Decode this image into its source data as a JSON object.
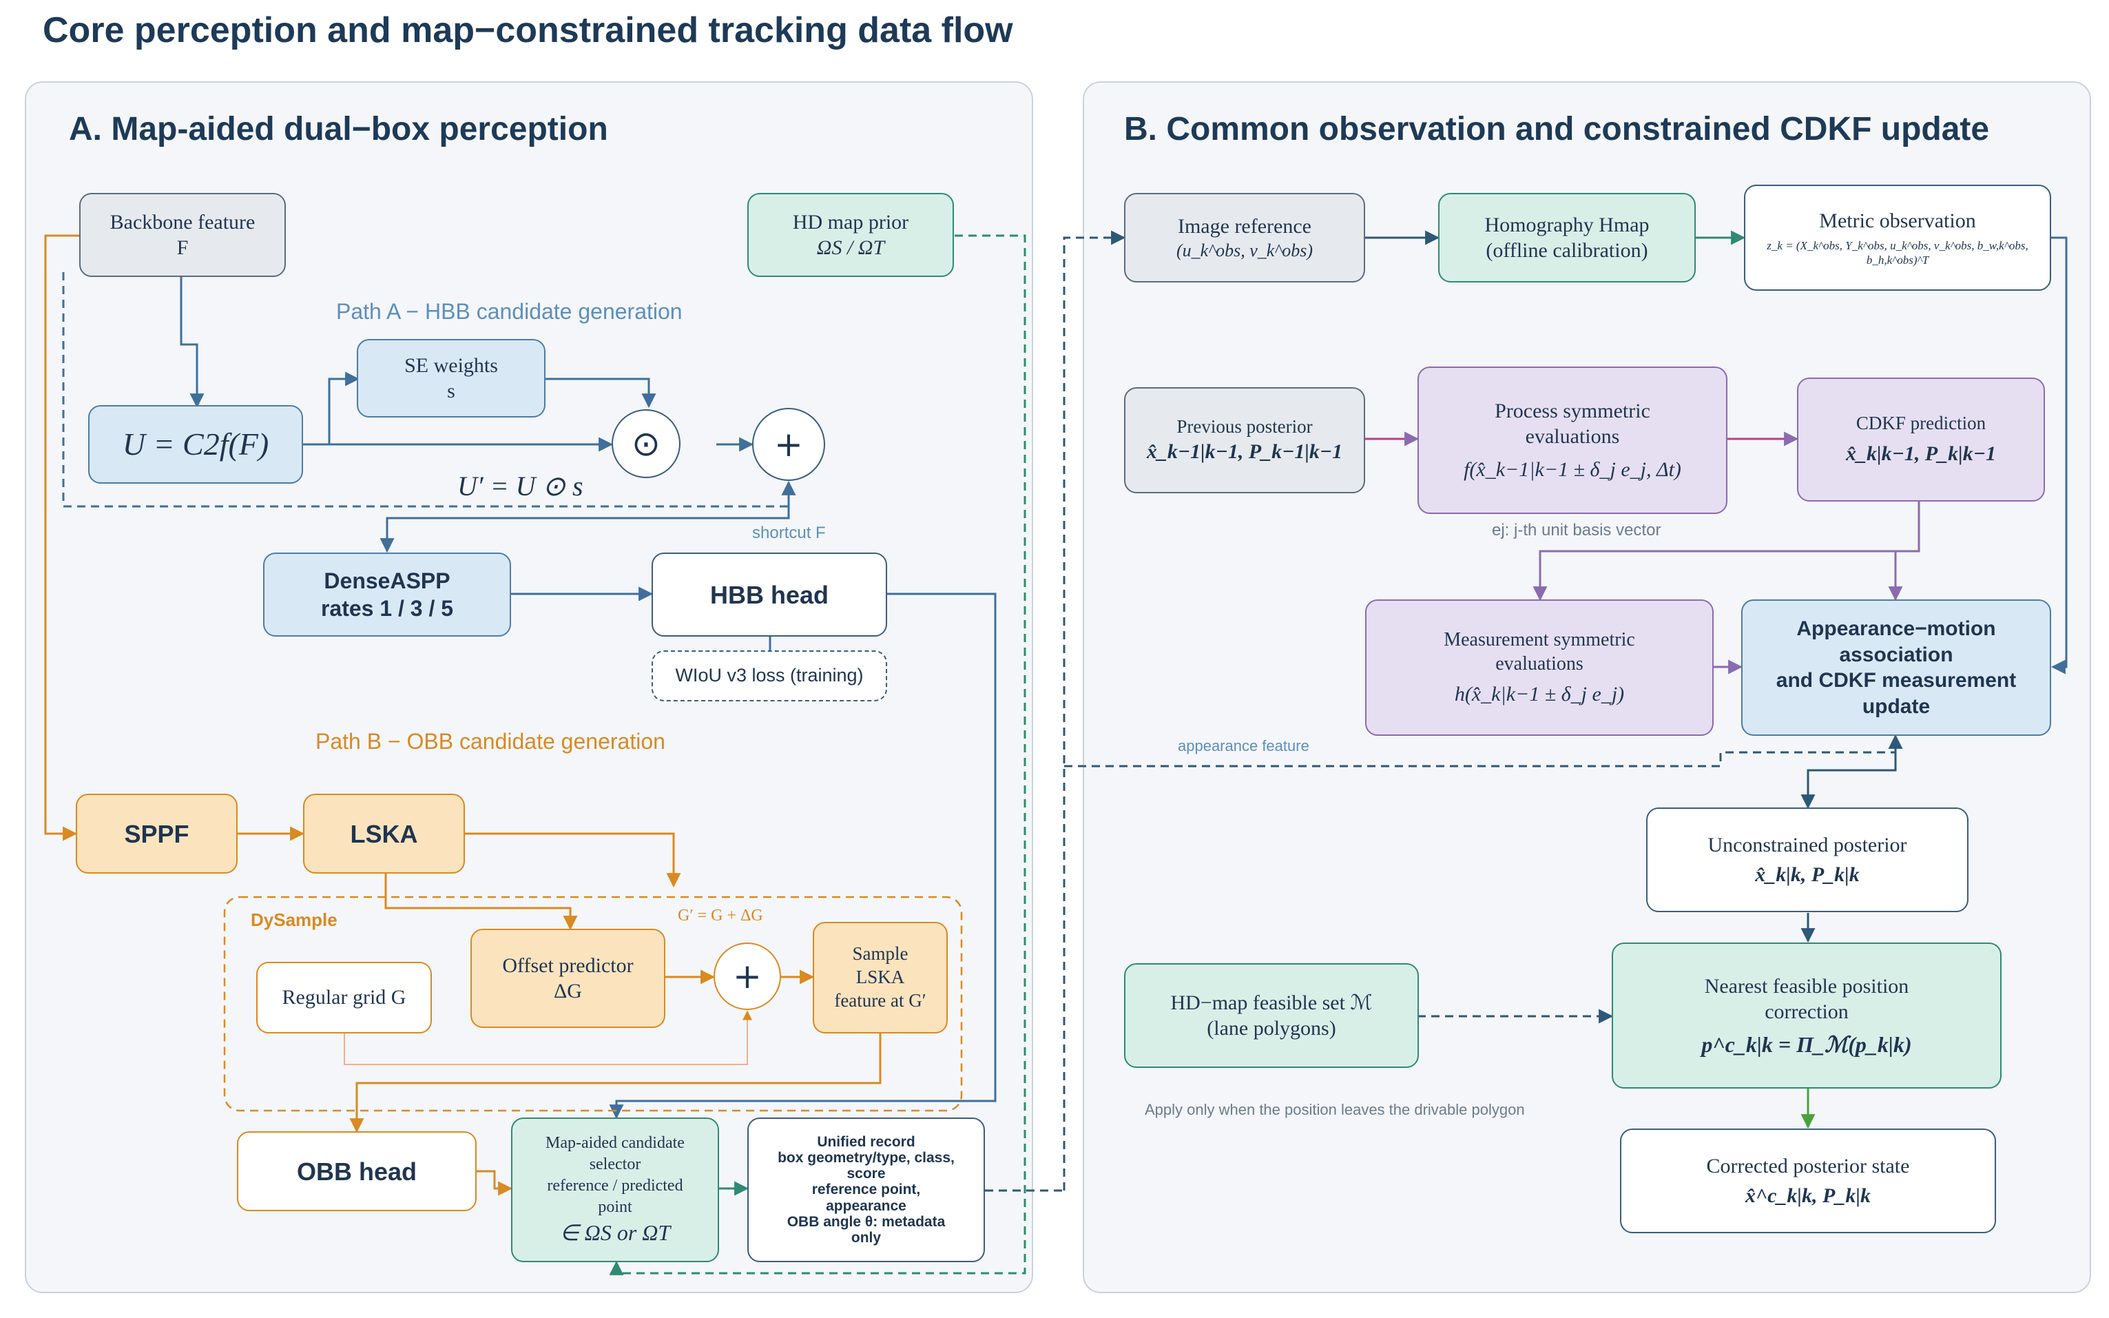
{
  "title": "Core perception and map−constrained tracking data flow",
  "panel_a": {
    "title": "A. Map-aided dual−box perception",
    "backbone": {
      "line1": "Backbone feature",
      "line2": "F"
    },
    "hdmap": {
      "line1": "HD map prior",
      "line2": "ΩS / ΩT"
    },
    "path_a_label": "Path A − HBB candidate generation",
    "se": {
      "line1": "SE weights",
      "line2": "s"
    },
    "c2f": "U = C2f(F)",
    "odot": "⊙",
    "plus": "+",
    "uprime": "U′ = U ⊙ s",
    "shortcut": "shortcut F",
    "aspp": {
      "line1": "DenseASPP",
      "line2": "rates 1 / 3 / 5"
    },
    "hbb_head": "HBB head",
    "wiou": "WIoU v3 loss (training)",
    "path_b_label": "Path B − OBB candidate generation",
    "sppf": "SPPF",
    "lska": "LSKA",
    "dysample": "DySample",
    "gprime": "G′ = G + ΔG",
    "regular_grid": "Regular grid G",
    "offset": {
      "line1": "Offset predictor",
      "line2": "ΔG"
    },
    "sample": {
      "line1": "Sample",
      "line2": "LSKA",
      "line3": "feature at G′"
    },
    "obb_head": "OBB head",
    "selector": {
      "line1": "Map-aided candidate",
      "line2": "selector",
      "line3": "reference / predicted",
      "line4": "point",
      "line5": "∈ ΩS or ΩT"
    },
    "record": {
      "line1": "Unified record",
      "line2": "box geometry/type, class,",
      "line3": "score",
      "line4": "reference point,",
      "line5": "appearance",
      "line6": "OBB angle θ: metadata",
      "line7": "only"
    }
  },
  "panel_b": {
    "title": "B. Common observation and constrained CDKF update",
    "image_ref": {
      "line1": "Image reference",
      "line2": "(u_k^obs, v_k^obs)"
    },
    "homography": {
      "line1": "Homography Hmap",
      "line2": "(offline calibration)"
    },
    "metric": {
      "line1": "Metric observation",
      "line2": "z_k = (X_k^obs, Y_k^obs, u_k^obs, v_k^obs, b_w,k^obs, b_h,k^obs)^T"
    },
    "prev_post": {
      "line1": "Previous posterior",
      "line2": "x̂_k−1|k−1, P_k−1|k−1"
    },
    "process": {
      "line1": "Process symmetric",
      "line2": "evaluations",
      "line3": "f(x̂_k−1|k−1 ± δ_j e_j, Δt)"
    },
    "basis_note": "ej: j-th unit basis vector",
    "cdkf_pred": {
      "line1": "CDKF prediction",
      "line2": "x̂_k|k−1, P_k|k−1"
    },
    "meas": {
      "line1": "Measurement symmetric",
      "line2": "evaluations",
      "line3": "h(x̂_k|k−1 ± δ_j e_j)"
    },
    "assoc": {
      "line1": "Appearance−motion",
      "line2": "association",
      "line3": "and CDKF measurement",
      "line4": "update"
    },
    "appearance_feature": "appearance feature",
    "unconstrained": {
      "line1": "Unconstrained posterior",
      "line2": "x̂_k|k, P_k|k"
    },
    "feasible_set": {
      "line1": "HD−map feasible set ℳ",
      "line2": "(lane polygons)"
    },
    "apply_note": "Apply only when the position leaves the drivable polygon",
    "nearest": {
      "line1": "Nearest feasible position",
      "line2": "correction",
      "line3": "p^c_k|k = Π_ℳ(p_k|k)"
    },
    "corrected": {
      "line1": "Corrected posterior state",
      "line2": "x̂^c_k|k, P_k|k"
    }
  },
  "colors": {
    "blue": "#4d7ca8",
    "teal": "#2f8a74",
    "orange": "#d98a22",
    "purple": "#8a6bb0",
    "dark": "#1d3a57",
    "green": "#4aa23c"
  }
}
